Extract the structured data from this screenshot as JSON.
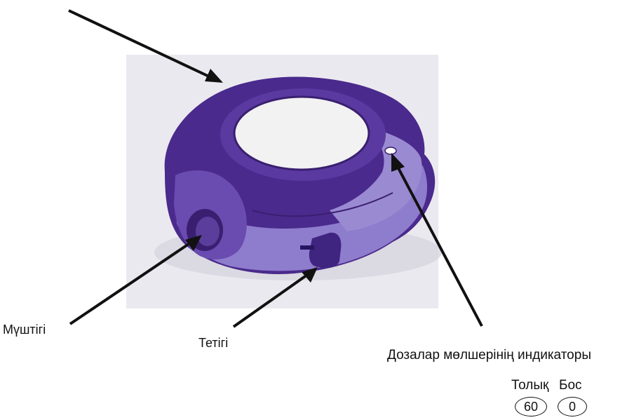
{
  "labels": {
    "mouthpiece": "Мүштігі",
    "lever": "Тетігі",
    "dose_indicator": "Дозалар мөлшерінің индикаторы",
    "full": "Толық",
    "empty": "Бос"
  },
  "counter": {
    "full_value": "60",
    "empty_value": "0"
  },
  "colors": {
    "device_dark": "#4a2a8c",
    "device_mid": "#6a4bb0",
    "device_light": "#a394d6",
    "background_panel": "#ebe9f0",
    "disc": "#f2f2f2",
    "arrow": "#111111"
  }
}
